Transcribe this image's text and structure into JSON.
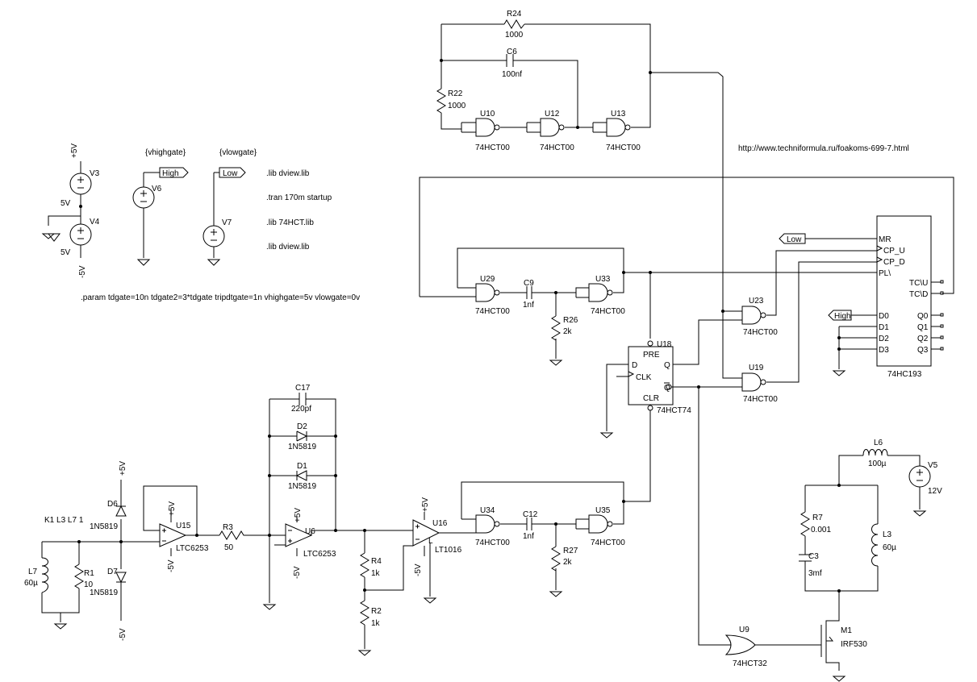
{
  "supplies": {
    "v3": {
      "name": "V3",
      "top": "+5V",
      "mid": "5V"
    },
    "v4": {
      "name": "V4",
      "value": "5V",
      "bottom": "-5V"
    },
    "v6": {
      "name": "V6",
      "value": "{vhighgate}",
      "flag": "High"
    },
    "v7": {
      "name": "V7",
      "value": "{vlowgate}",
      "flag": "Low"
    },
    "v5": {
      "name": "V5",
      "value": "12V"
    }
  },
  "directives": [
    ".lib dview.lib",
    ".tran 170m startup",
    ".lib 74HCT.lib",
    ".lib dview.lib"
  ],
  "param": ".param tdgate=10n tdgate2=3*tdgate tripdtgate=1n vhighgate=5v vlowgate=0v",
  "url": "http://www.techniformula.ru/foakoms-699-7.html",
  "oscillator": {
    "r24": {
      "name": "R24",
      "value": "1000"
    },
    "c6": {
      "name": "C6",
      "value": "100nf"
    },
    "r22": {
      "name": "R22",
      "value": "1000"
    },
    "gates": [
      {
        "name": "U10",
        "part": "74HCT00"
      },
      {
        "name": "U12",
        "part": "74HCT00"
      },
      {
        "name": "U13",
        "part": "74HCT00"
      }
    ]
  },
  "pulse_top": {
    "u29": {
      "name": "U29",
      "part": "74HCT00"
    },
    "c9": {
      "name": "C9",
      "value": "1nf"
    },
    "r26": {
      "name": "R26",
      "value": "2k"
    },
    "u33": {
      "name": "U33",
      "part": "74HCT00"
    }
  },
  "pulse_bottom": {
    "u34": {
      "name": "U34",
      "part": "74HCT00"
    },
    "c12": {
      "name": "C12",
      "value": "1nf"
    },
    "r27": {
      "name": "R27",
      "value": "2k"
    },
    "u35": {
      "name": "U35",
      "part": "74HCT00"
    }
  },
  "flipflop": {
    "name": "U18",
    "part": "74HCT74",
    "pins": {
      "pre": "PRE",
      "d": "D",
      "clk": "CLK",
      "q": "Q",
      "qbar": "Q",
      "clr": "CLR"
    }
  },
  "gates": {
    "u23": {
      "name": "U23",
      "part": "74HCT00"
    },
    "u19": {
      "name": "U19",
      "part": "74HCT00"
    },
    "u9": {
      "name": "U9",
      "part": "74HCT32"
    }
  },
  "counter": {
    "part": "74HC193",
    "low_flag": "Low",
    "high_flag": "High",
    "left_pins": [
      "MR",
      "CP_U",
      "CP_D",
      "PL\\",
      "D0",
      "D1",
      "D2",
      "D3"
    ],
    "right_pins": [
      "TC\\U",
      "TC\\D",
      "Q0",
      "Q1",
      "Q2",
      "Q3"
    ]
  },
  "analog": {
    "coupling": "K1 L3 L7 1",
    "l7": {
      "name": "L7",
      "value": "60µ"
    },
    "r1": {
      "name": "R1",
      "value": "10"
    },
    "d6": {
      "name": "D6",
      "part": "1N5819",
      "supply": "+5V"
    },
    "d7": {
      "name": "D7",
      "part": "1N5819",
      "supply": "-5V"
    },
    "u15": {
      "name": "U15",
      "part": "LTC6253",
      "vp": "+5V",
      "vn": "-5V"
    },
    "r3": {
      "name": "R3",
      "value": "50"
    },
    "c17": {
      "name": "C17",
      "value": "220pf"
    },
    "d2": {
      "name": "D2",
      "part": "1N5819"
    },
    "d1": {
      "name": "D1",
      "part": "1N5819"
    },
    "u6": {
      "name": "U6",
      "part": "LTC6253",
      "vp": "+5V",
      "vn": "-5V"
    },
    "r4": {
      "name": "R4",
      "value": "1k"
    },
    "r2": {
      "name": "R2",
      "value": "1k"
    },
    "u16": {
      "name": "U16",
      "part": "LT1016",
      "vp": "+5V",
      "vn": "-5V",
      "pin": "L"
    }
  },
  "power": {
    "l6": {
      "name": "L6",
      "value": "100µ"
    },
    "r7": {
      "name": "R7",
      "value": "0.001"
    },
    "c3": {
      "name": "C3",
      "value": "3mf"
    },
    "l3": {
      "name": "L3",
      "value": "60µ"
    },
    "m1": {
      "name": "M1",
      "part": "IRF530"
    }
  }
}
